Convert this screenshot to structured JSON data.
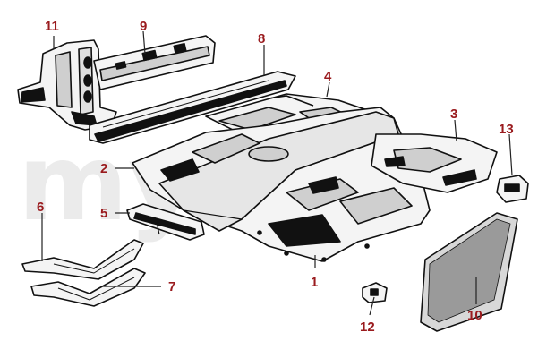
{
  "colors": {
    "callout": "#9a1b1e",
    "leader": "#222222",
    "ink": "#111111",
    "panel": "#f4f4f4",
    "shade": "#cfcfcf",
    "watermark": "#ebebeb"
  },
  "watermark": {
    "text": "myalfa"
  },
  "callouts": [
    {
      "id": "c1",
      "label": "1"
    },
    {
      "id": "c2",
      "label": "2"
    },
    {
      "id": "c3",
      "label": "3"
    },
    {
      "id": "c4",
      "label": "4"
    },
    {
      "id": "c5",
      "label": "5"
    },
    {
      "id": "c6",
      "label": "6"
    },
    {
      "id": "c7",
      "label": "7"
    },
    {
      "id": "c8",
      "label": "8"
    },
    {
      "id": "c9",
      "label": "9"
    },
    {
      "id": "c10",
      "label": "10"
    },
    {
      "id": "c11",
      "label": "11"
    },
    {
      "id": "c12",
      "label": "12"
    },
    {
      "id": "c13",
      "label": "13"
    }
  ]
}
